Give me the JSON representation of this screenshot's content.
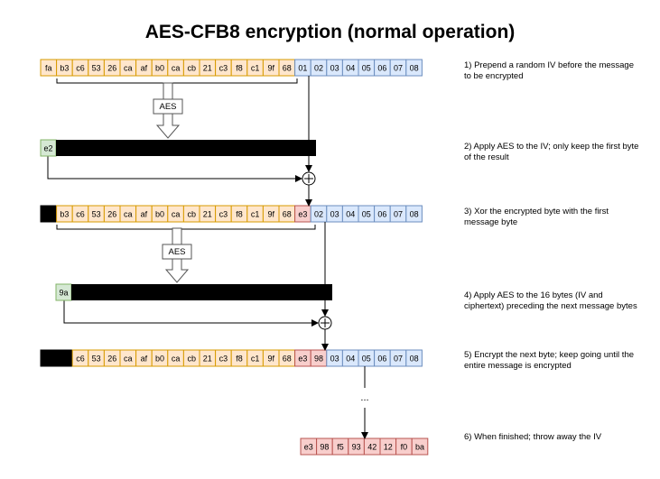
{
  "title": "AES-CFB8 encryption (normal operation)",
  "colors": {
    "orange_fill": "#ffe6cc",
    "orange_stroke": "#d79b00",
    "blue_fill": "#dae8fc",
    "blue_stroke": "#6c8ebf",
    "red_fill": "#f8cecc",
    "red_stroke": "#b85450",
    "green_fill": "#d5e8d4",
    "green_stroke": "#82b366",
    "black": "#000000"
  },
  "rows": [
    {
      "id": "row1",
      "blackBlocks": 0,
      "cells": [
        {
          "t": "fa",
          "c": "o"
        },
        {
          "t": "b3",
          "c": "o"
        },
        {
          "t": "c6",
          "c": "o"
        },
        {
          "t": "53",
          "c": "o"
        },
        {
          "t": "26",
          "c": "o"
        },
        {
          "t": "ca",
          "c": "o"
        },
        {
          "t": "af",
          "c": "o"
        },
        {
          "t": "b0",
          "c": "o"
        },
        {
          "t": "ca",
          "c": "o"
        },
        {
          "t": "cb",
          "c": "o"
        },
        {
          "t": "21",
          "c": "o"
        },
        {
          "t": "c3",
          "c": "o"
        },
        {
          "t": "f8",
          "c": "o"
        },
        {
          "t": "c1",
          "c": "o"
        },
        {
          "t": "9f",
          "c": "o"
        },
        {
          "t": "68",
          "c": "o"
        },
        {
          "t": "01",
          "c": "b"
        },
        {
          "t": "02",
          "c": "b"
        },
        {
          "t": "03",
          "c": "b"
        },
        {
          "t": "04",
          "c": "b"
        },
        {
          "t": "05",
          "c": "b"
        },
        {
          "t": "06",
          "c": "b"
        },
        {
          "t": "07",
          "c": "b"
        },
        {
          "t": "08",
          "c": "b"
        }
      ]
    },
    {
      "id": "row2",
      "blackBlocks": 1,
      "cells": [
        {
          "t": "b3",
          "c": "o"
        },
        {
          "t": "c6",
          "c": "o"
        },
        {
          "t": "53",
          "c": "o"
        },
        {
          "t": "26",
          "c": "o"
        },
        {
          "t": "ca",
          "c": "o"
        },
        {
          "t": "af",
          "c": "o"
        },
        {
          "t": "b0",
          "c": "o"
        },
        {
          "t": "ca",
          "c": "o"
        },
        {
          "t": "cb",
          "c": "o"
        },
        {
          "t": "21",
          "c": "o"
        },
        {
          "t": "c3",
          "c": "o"
        },
        {
          "t": "f8",
          "c": "o"
        },
        {
          "t": "c1",
          "c": "o"
        },
        {
          "t": "9f",
          "c": "o"
        },
        {
          "t": "68",
          "c": "o"
        },
        {
          "t": "e3",
          "c": "r"
        },
        {
          "t": "02",
          "c": "b"
        },
        {
          "t": "03",
          "c": "b"
        },
        {
          "t": "04",
          "c": "b"
        },
        {
          "t": "05",
          "c": "b"
        },
        {
          "t": "06",
          "c": "b"
        },
        {
          "t": "07",
          "c": "b"
        },
        {
          "t": "08",
          "c": "b"
        }
      ]
    },
    {
      "id": "row3",
      "blackBlocks": 2,
      "cells": [
        {
          "t": "c6",
          "c": "o"
        },
        {
          "t": "53",
          "c": "o"
        },
        {
          "t": "26",
          "c": "o"
        },
        {
          "t": "ca",
          "c": "o"
        },
        {
          "t": "af",
          "c": "o"
        },
        {
          "t": "b0",
          "c": "o"
        },
        {
          "t": "ca",
          "c": "o"
        },
        {
          "t": "cb",
          "c": "o"
        },
        {
          "t": "21",
          "c": "o"
        },
        {
          "t": "c3",
          "c": "o"
        },
        {
          "t": "f8",
          "c": "o"
        },
        {
          "t": "c1",
          "c": "o"
        },
        {
          "t": "9f",
          "c": "o"
        },
        {
          "t": "68",
          "c": "o"
        },
        {
          "t": "e3",
          "c": "r"
        },
        {
          "t": "98",
          "c": "r"
        },
        {
          "t": "03",
          "c": "b"
        },
        {
          "t": "04",
          "c": "b"
        },
        {
          "t": "05",
          "c": "b"
        },
        {
          "t": "06",
          "c": "b"
        },
        {
          "t": "07",
          "c": "b"
        },
        {
          "t": "08",
          "c": "b"
        }
      ]
    },
    {
      "id": "row4",
      "blackBlocks": 0,
      "cells": [
        {
          "t": "e3",
          "c": "r"
        },
        {
          "t": "98",
          "c": "r"
        },
        {
          "t": "f5",
          "c": "r"
        },
        {
          "t": "93",
          "c": "r"
        },
        {
          "t": "42",
          "c": "r"
        },
        {
          "t": "12",
          "c": "r"
        },
        {
          "t": "f0",
          "c": "r"
        },
        {
          "t": "ba",
          "c": "r"
        }
      ]
    }
  ],
  "aes_label": "AES",
  "first_output_byte": "e2",
  "second_output_byte": "9a",
  "xor_symbol": "+",
  "ellipsis": "...",
  "steps": [
    "1) Prepend a random IV before the message to be encrypted",
    "2) Apply AES to the IV; only keep the first byte of the result",
    "3) Xor the encrypted byte with the first message byte",
    "4) Apply AES to the 16 bytes (IV and ciphertext) preceding the next message bytes",
    "5) Encrypt the next byte; keep going until the entire message is encrypted",
    "6) When finished; throw away the IV"
  ]
}
